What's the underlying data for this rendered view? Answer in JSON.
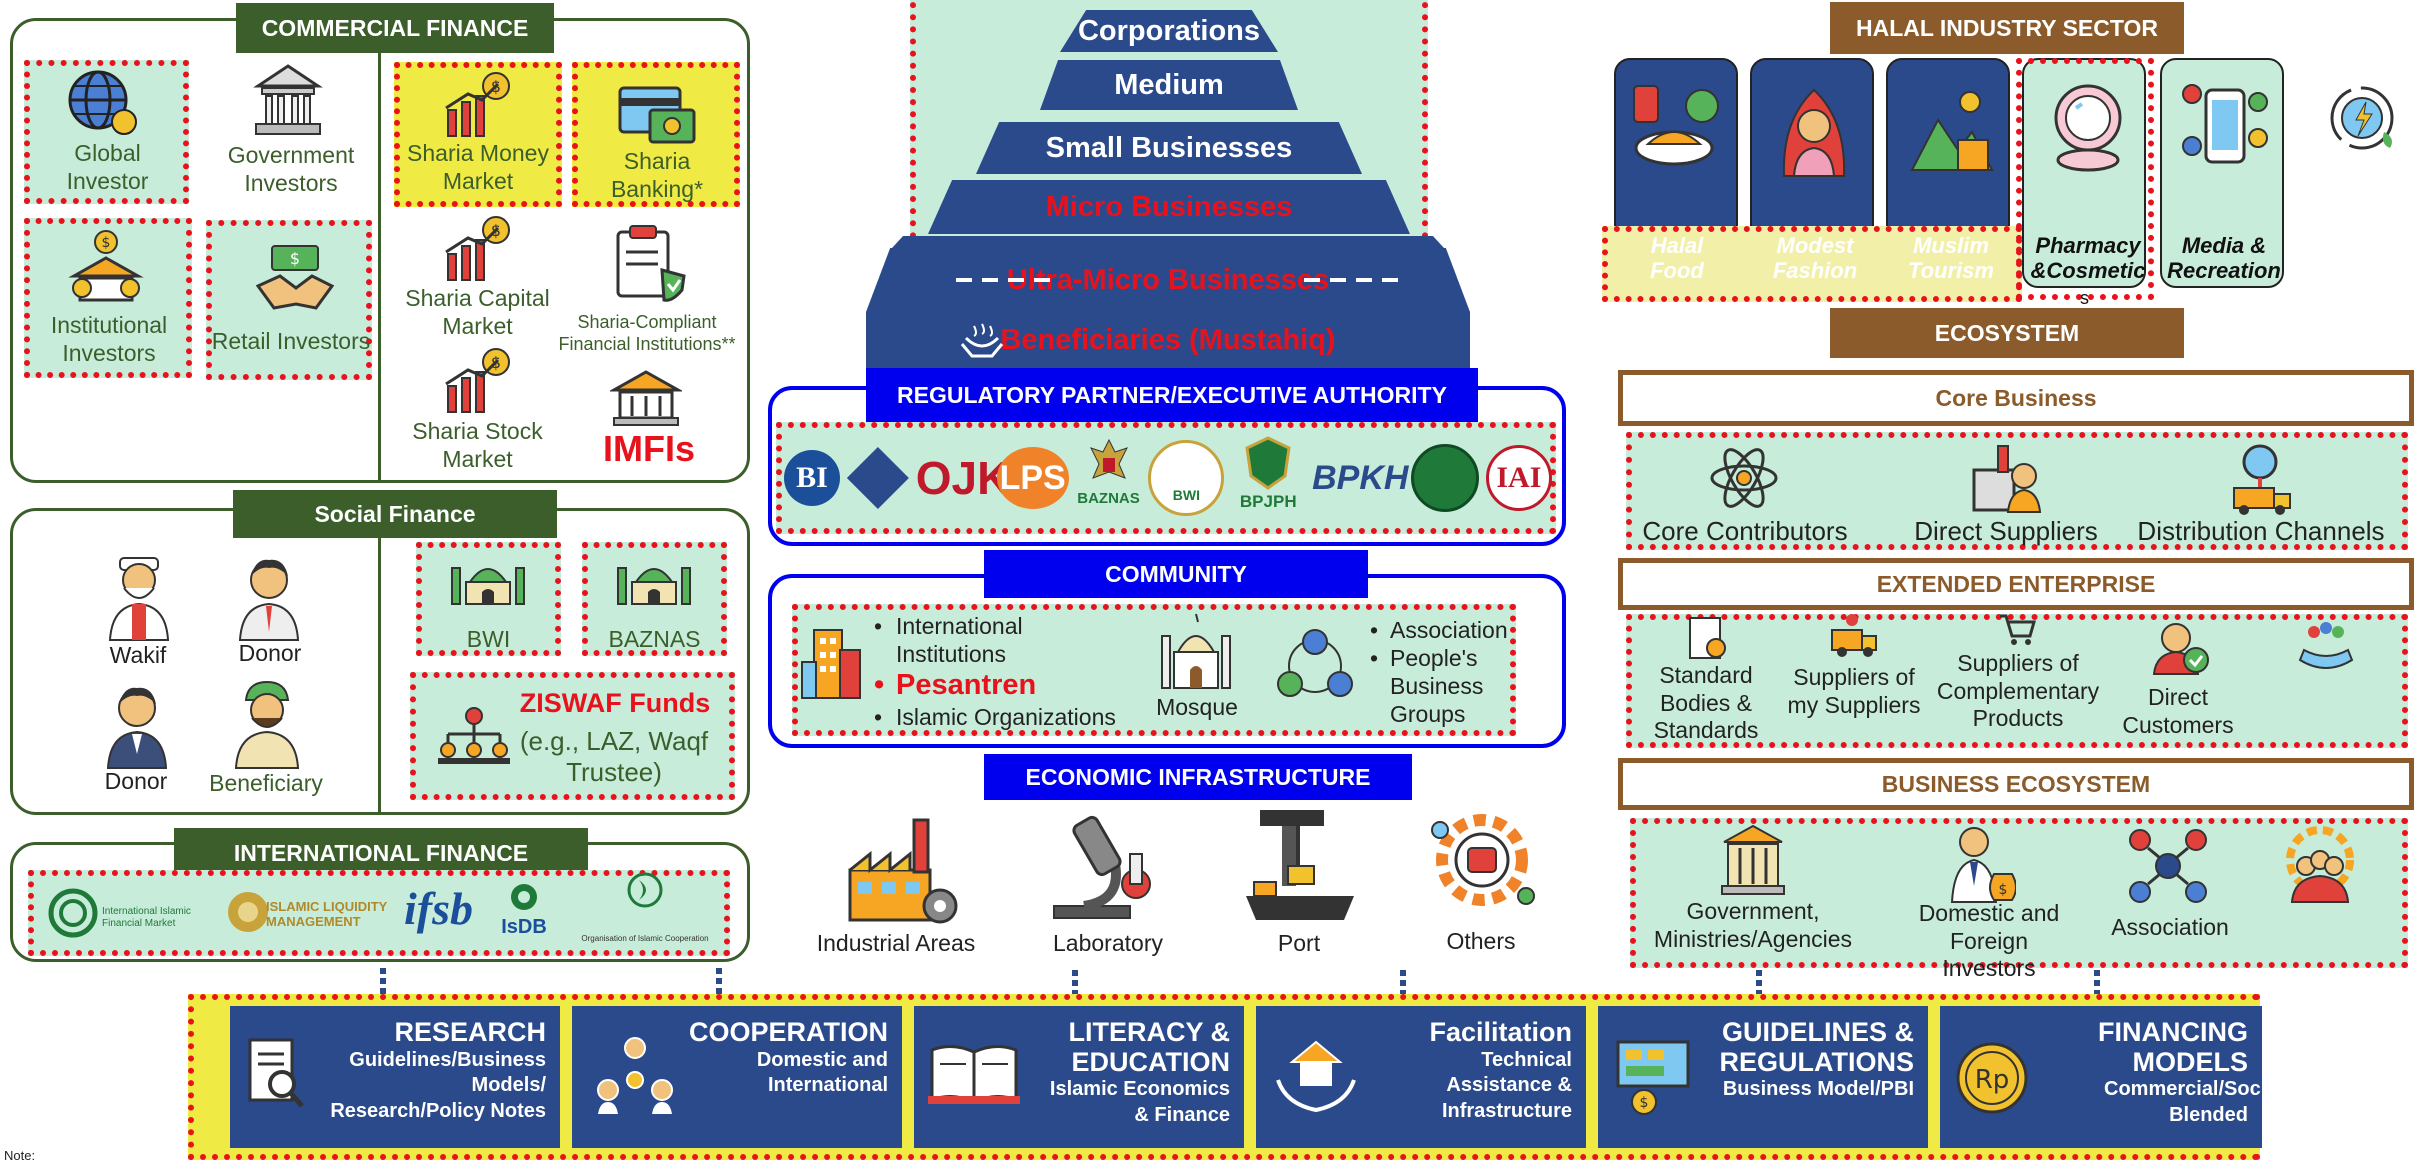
{
  "commercial": {
    "title": "COMMERCIAL FINANCE",
    "global": "Global Investor",
    "gov": "Government Investors",
    "inst": "Institutional Investors",
    "retail": "Retail Investors",
    "money": "Sharia Money Market",
    "banking": "Sharia Banking*",
    "capital": "Sharia Capital Market",
    "compliant": "Sharia-Compliant Financial Institutions**",
    "stock": "Sharia Stock Market",
    "imfi": "IMFIs"
  },
  "social": {
    "title": "Social Finance",
    "wakif": "Wakif",
    "donor1": "Donor",
    "donor2": "Donor",
    "beneficiary": "Beneficiary",
    "bwi": "BWI",
    "baznas": "BAZNAS",
    "ziswaf": "ZISWAF Funds",
    "ziswaf_sub": "(e.g., LAZ, Waqf Trustee)"
  },
  "international": {
    "title": "INTERNATIONAL FINANCE",
    "logos": [
      "International Islamic Financial Market",
      "ISLAMIC LIQUIDITY MANAGEMENT",
      "ifsb",
      "IsDB",
      "Organisation of Islamic Cooperation"
    ]
  },
  "pyramid": {
    "tiers": [
      "Corporations",
      "Medium",
      "Small Businesses",
      "Micro Businesses",
      "Ultra-Micro Businesses",
      "Beneficiaries (Mustahiq)"
    ]
  },
  "regulatory": {
    "title": "REGULATORY PARTNER/EXECUTIVE AUTHORITY",
    "logos": [
      "BI",
      "Kemenkeu",
      "OJK",
      "LPS",
      "BAZNAS",
      "BWI",
      "BPJPH",
      "BPKH",
      "MUI",
      "IAI"
    ]
  },
  "community": {
    "title": "COMMUNITY",
    "items1": [
      "International Institutions"
    ],
    "pesantren": "Pesantren",
    "items2": [
      "Islamic Organizations"
    ],
    "mosque": "Mosque",
    "items3": [
      "Association",
      "People's Business Groups"
    ]
  },
  "infrastructure": {
    "title": "ECONOMIC INFRASTRUCTURE",
    "items": [
      "Industrial Areas",
      "Laboratory",
      "Port",
      "Others"
    ]
  },
  "halal": {
    "title": "HALAL INDUSTRY SECTOR",
    "items": [
      "Halal Food",
      "Modest Fashion",
      "Muslim Tourism",
      "Pharmacy &Cosmetic",
      "Media & Recreation"
    ],
    "footnote": "s"
  },
  "ecosystem": {
    "title": "ECOSYSTEM",
    "core": "Core Business",
    "core_items": [
      "Core Contributors",
      "Direct Suppliers",
      "Distribution Channels"
    ],
    "extended": "EXTENDED ENTERPRISE",
    "ext_items": [
      "Standard Bodies & Standards",
      "Suppliers of my Suppliers",
      "Suppliers of Complementary Products",
      "Direct Customers"
    ],
    "business": "BUSINESS ECOSYSTEM",
    "bus_items": [
      "Government, Ministries/Agencies",
      "Domestic and Foreign Investors",
      "Association"
    ]
  },
  "bottom": [
    {
      "title": "RESEARCH",
      "sub": "Guidelines/Business Models/ Research/Policy Notes"
    },
    {
      "title": "COOPERATION",
      "sub": "Domestic and International"
    },
    {
      "title": "LITERACY & EDUCATION",
      "sub": "Islamic Economics & Finance"
    },
    {
      "title": "Facilitation",
      "sub": "Technical Assistance & Infrastructure"
    },
    {
      "title": "GUIDELINES & REGULATIONS",
      "sub": "Business Model/PBI"
    },
    {
      "title": "FINANCING MODELS",
      "sub": "Commercial/Social/ Blended"
    }
  ],
  "note": "Note:",
  "colors": {
    "green": "#3b5e2b",
    "blue": "#0000ee",
    "navy": "#2a4a8c",
    "red": "#e8121d",
    "mint": "#c8ecda",
    "yellow": "#f0ea44",
    "brown": "#8b5b2b"
  }
}
